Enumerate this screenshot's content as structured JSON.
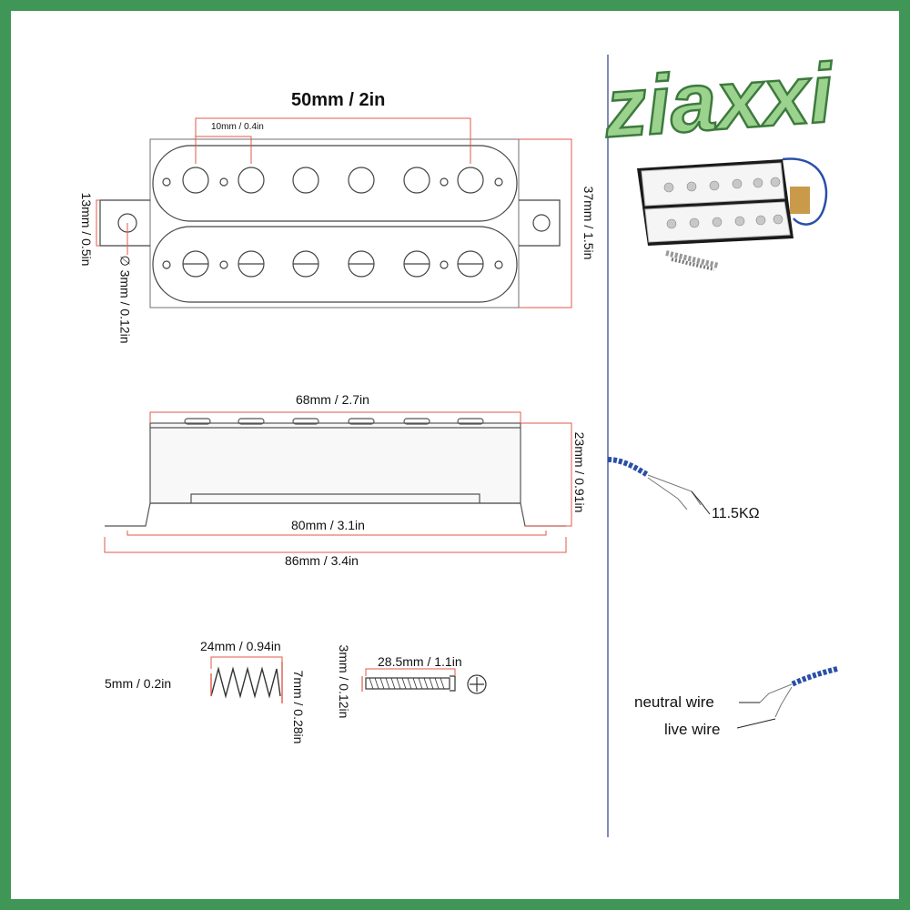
{
  "brand": {
    "watermark": "ziaxxi"
  },
  "top_view": {
    "width_label": "50mm / 2in",
    "spacing_label": "10mm / 0.4in",
    "height_label": "37mm / 1.5in",
    "tab_label": "13mm / 0.5in",
    "hole_label": "∅ 3mm / 0.12in"
  },
  "side_view": {
    "cover_length_label": "68mm / 2.7in",
    "depth_label": "23mm / 0.91in",
    "baseplate_label": "80mm / 3.1in",
    "overall_label": "86mm / 3.4in"
  },
  "spring": {
    "length_label": "24mm / 0.94in",
    "inner_label": "5mm / 0.2in",
    "outer_label": "7mm / 0.28in"
  },
  "screw": {
    "diameter_label": "3mm / 0.12in",
    "length_label": "28.5mm / 1.1in"
  },
  "wiring": {
    "resistance_label": "11.5KΩ",
    "neutral_label": "neutral wire",
    "live_label": "live wire"
  },
  "colors": {
    "frame": "#3f9656",
    "dimension_lines": "#e05a4a",
    "wire": "#2a4fa8",
    "watermark_fill": "#9ad28e"
  }
}
